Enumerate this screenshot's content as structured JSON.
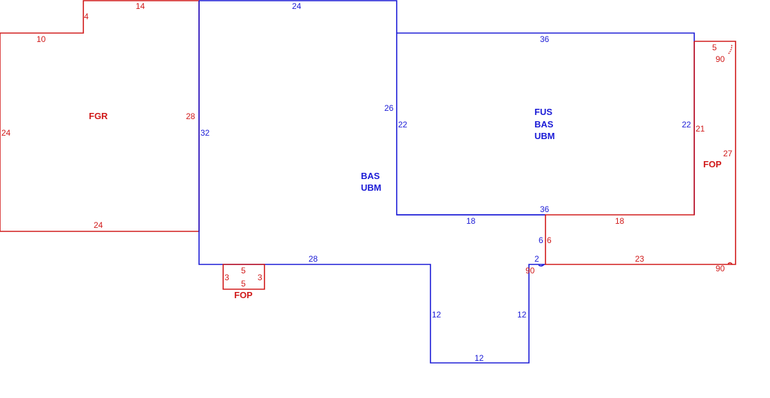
{
  "colors": {
    "main_area": "#1a1ad6",
    "secondary_area": "#d01818"
  },
  "areas": {
    "fgr": "FGR",
    "bas_ubm_bas": "BAS",
    "bas_ubm_ubm": "UBM",
    "fus_fus": "FUS",
    "fus_bas": "BAS",
    "fus_ubm": "UBM",
    "fop_right": "FOP",
    "fop_small": "FOP"
  },
  "dimensions": {
    "fgr_top": "14",
    "fgr_notch": "4",
    "fgr_top_left": "10",
    "fgr_left": "24",
    "fgr_right": "28",
    "fgr_bottom": "24",
    "bas_top": "24",
    "bas_left": "32",
    "bas_right_upper": "26",
    "bas_bottom": "28",
    "bas_mid_bottom": "18",
    "ext_left": "12",
    "ext_right": "12",
    "ext_bottom": "12",
    "step_six_blue": "6",
    "step_two": "2",
    "fus_top": "36",
    "fus_left": "22",
    "fus_right": "22",
    "fus_bottom": "36",
    "fop_right_top": "5",
    "fop_right_angle_top": "90",
    "fop_right_inner": "21",
    "fop_right_outer": "27",
    "fop_right_upper_bottom": "18",
    "fop_right_step": "6",
    "fop_right_bottom": "23",
    "fop_right_angle_bottom": "90",
    "fop_left_angle": "90",
    "fop_small_top": "5",
    "fop_small_bottom": "5",
    "fop_small_left": "3",
    "fop_small_right": "3"
  }
}
